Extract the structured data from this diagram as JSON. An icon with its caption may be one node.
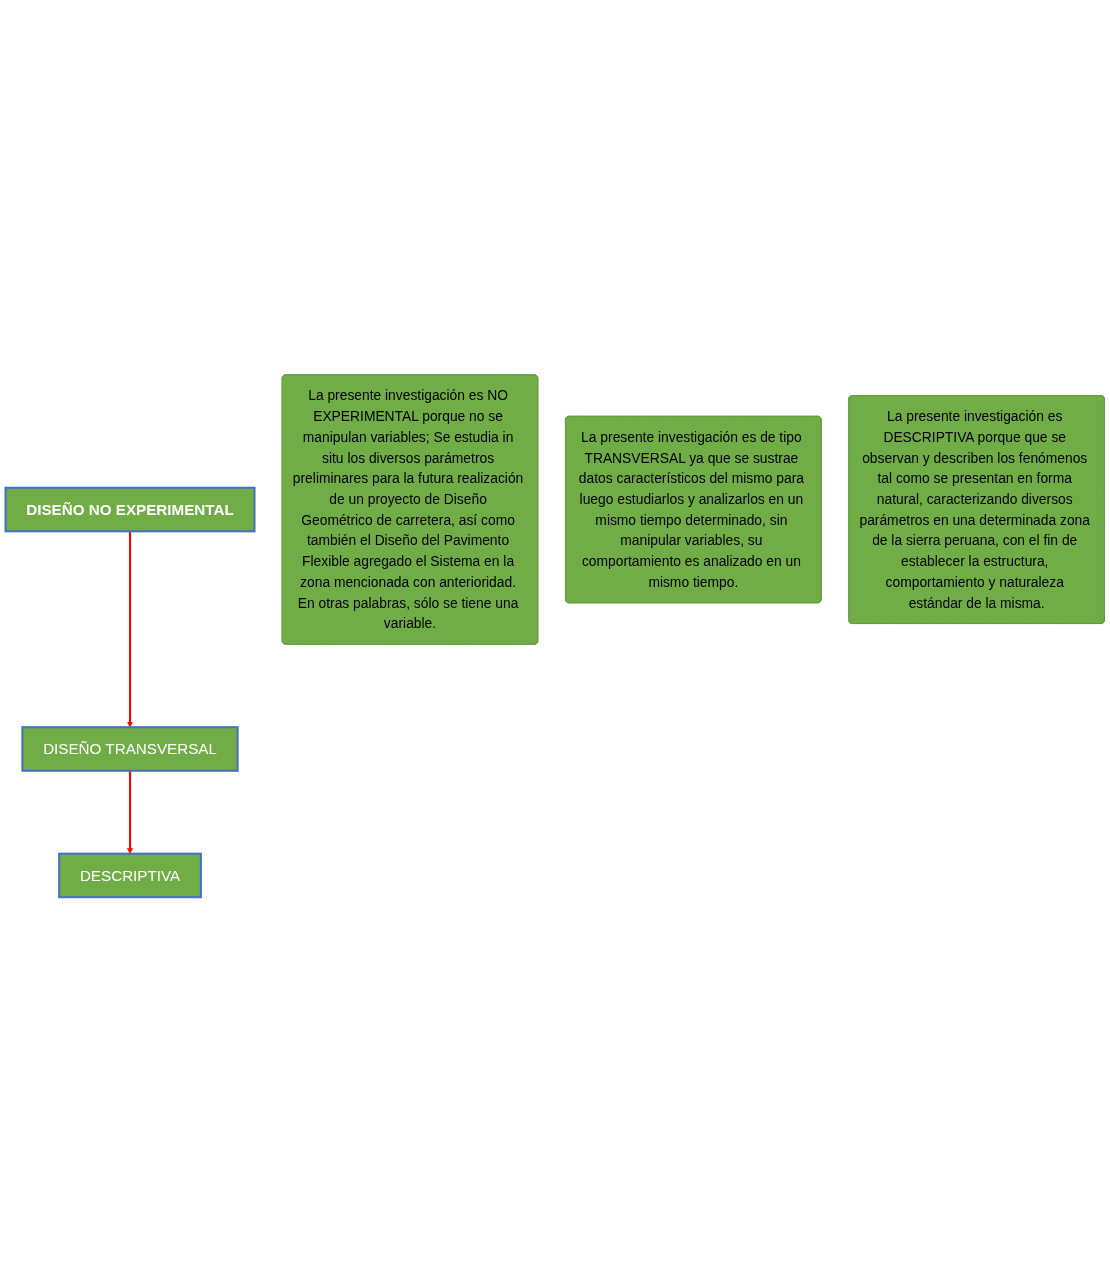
{
  "diagram": {
    "nodes": [
      {
        "text": [
          "DISEÑO NO EXPERIMENTAL"
        ]
      },
      {
        "text": [
          "La presente investigación es NO EXPERIMENTAL porque no se manipulan variables; Se estudia in situ los diversos parámetros preliminares para la futura realización de un proyecto de Diseño Geométrico de carretera, así como también el Diseño del Pavimento Flexible agregado el Sistema en la zona mencionada con anterioridad. En otras palabras, sólo se tiene una variable."
        ]
      },
      {
        "text": [
          "DISEÑO TRANSVERSAL"
        ]
      },
      {
        "text": [
          "La presente investigación es de tipo TRANSVERSAL ya que se sustrae datos característicos del mismo para luego estudiarlos y analizarlos en un mismo tiempo determinado, sin manipular variables, su comportamiento es analizado en un mismo tiempo."
        ]
      },
      {
        "text": [
          "DESCRIPTIVA"
        ]
      },
      {
        "text": [
          "La presente investigación es DESCRIPTIVA porque que se observan y describen los fenómenos tal como se presentan en forma natural, caracterizando diversos parámetros en una determinada zona de la sierra peruana, con el fin de establecer la estructura, comportamiento y naturaleza estándar de la misma."
        ]
      }
    ],
    "edges": [
      {
        "from": 0,
        "to": 2,
        "arrow": "to",
        "color": "#ff0000"
      },
      {
        "from": 2,
        "to": 4,
        "arrow": "to",
        "color": "#ff0000"
      }
    ]
  }
}
